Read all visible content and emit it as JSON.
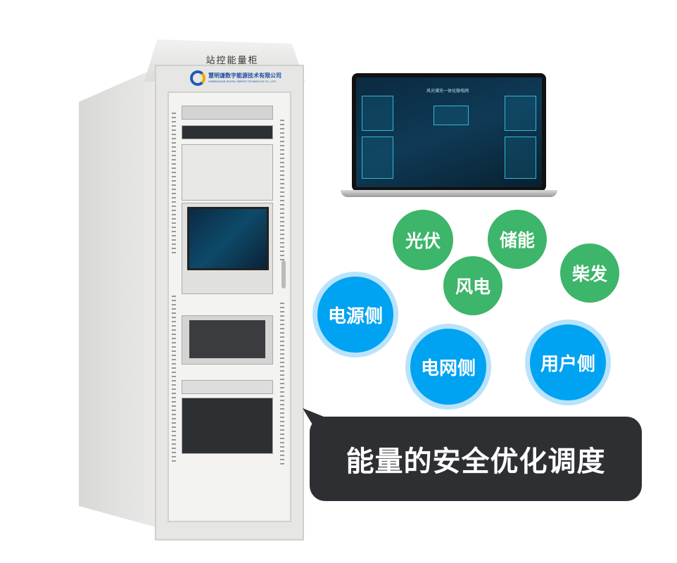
{
  "cabinet": {
    "title": "站控能量柜",
    "company": "慧明谦数字能源技术有限公司",
    "company_en": "HUIMINGQIAN DIGITAL ENERGY TECHNOLOGY CO., LTD."
  },
  "laptop": {
    "screen_title": "风光储充一体化微电网"
  },
  "tags": {
    "pv": "光伏",
    "storage": "储能",
    "wind": "风电",
    "diesel": "柴发",
    "source_side": "电源侧",
    "grid_side": "电网侧",
    "user_side": "用户侧"
  },
  "colors": {
    "green": "#3db56a",
    "blue": "#00a2f2",
    "bubble_dark": "#2e2f33"
  },
  "slogan": "能量的安全优化调度"
}
